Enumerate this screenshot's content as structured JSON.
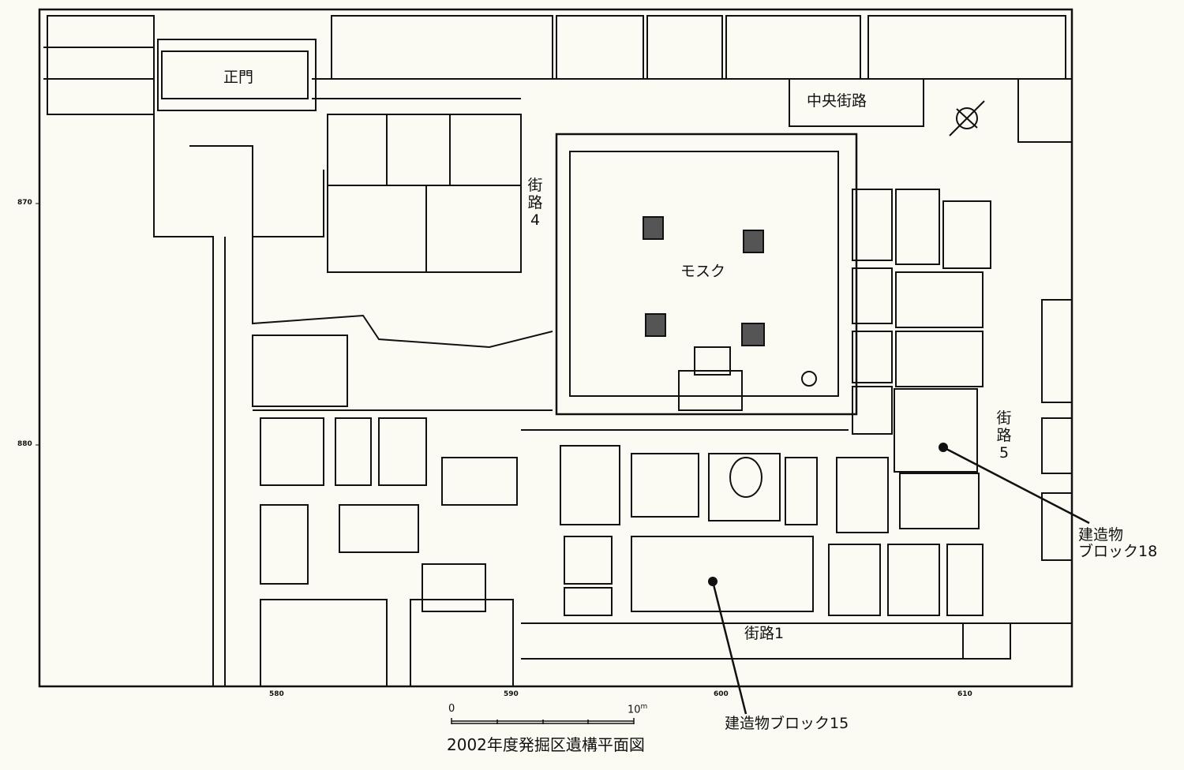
{
  "title": "2002年度発掘区遺構平面図",
  "labels": {
    "main_gate": "正門",
    "central_street": "中央街路",
    "street4": [
      "街",
      "路",
      "4"
    ],
    "mosque": "モスク",
    "street5": [
      "街",
      "路",
      "5"
    ],
    "street1": "街路1",
    "block18": [
      "建造物",
      "ブロック18"
    ],
    "block15": "建造物ブロック15"
  },
  "axis": {
    "y_ticks": [
      "870",
      "880"
    ],
    "x_ticks": [
      "580",
      "590",
      "600",
      "610"
    ]
  },
  "scale_bar": {
    "start": "0",
    "end": "10",
    "unit": "m"
  },
  "icons": [
    "north-compass-icon"
  ]
}
